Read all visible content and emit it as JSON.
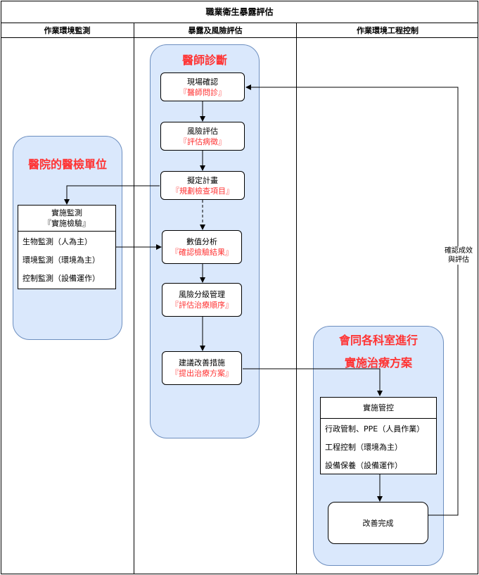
{
  "title": "職業衛生暴露評估",
  "lanes": [
    {
      "label": "作業環境監測"
    },
    {
      "label": "暴露及風險評估"
    },
    {
      "label": "作業環境工程控制"
    }
  ],
  "regions": {
    "doctor": "醫師診斷",
    "hospital": "醫院的醫檢單位",
    "dept_line1": "會同各科室進行",
    "dept_line2": "實施治療方案"
  },
  "nodes": {
    "site_confirm": {
      "title": "現場確認",
      "sub": "『醫師問診』"
    },
    "risk_eval": {
      "title": "風險評估",
      "sub": "『評估病徵』"
    },
    "plan": {
      "title": "擬定計畫",
      "sub": "『規劃檢查項目』"
    },
    "analysis": {
      "title": "數值分析",
      "sub": "『確認檢驗結果』"
    },
    "risk_mgmt": {
      "title": "風險分級管理",
      "sub": "『評估治療順序』"
    },
    "improve": {
      "title": "建議改善措施",
      "sub": "『提出治療方案』"
    },
    "done": {
      "title": "改善完成"
    }
  },
  "monitoring_box": {
    "head_line1": "實施監測",
    "head_line2": "『實施檢驗』",
    "rows": [
      "生物監測（人為主）",
      "環境監測（環境為主）",
      "控制監測（設備運作）"
    ]
  },
  "control_box": {
    "head": "實施管控",
    "rows": [
      "行政管制、PPE（人員作業）",
      "工程控制（環境為主）",
      "設備保養（設備運作）"
    ]
  },
  "feedback_label": {
    "line1": "確認成效",
    "line2": "與評估"
  },
  "colors": {
    "region_fill": "#dae8fc",
    "region_border": "#6c8ebf",
    "accent_red": "#ff3333"
  }
}
